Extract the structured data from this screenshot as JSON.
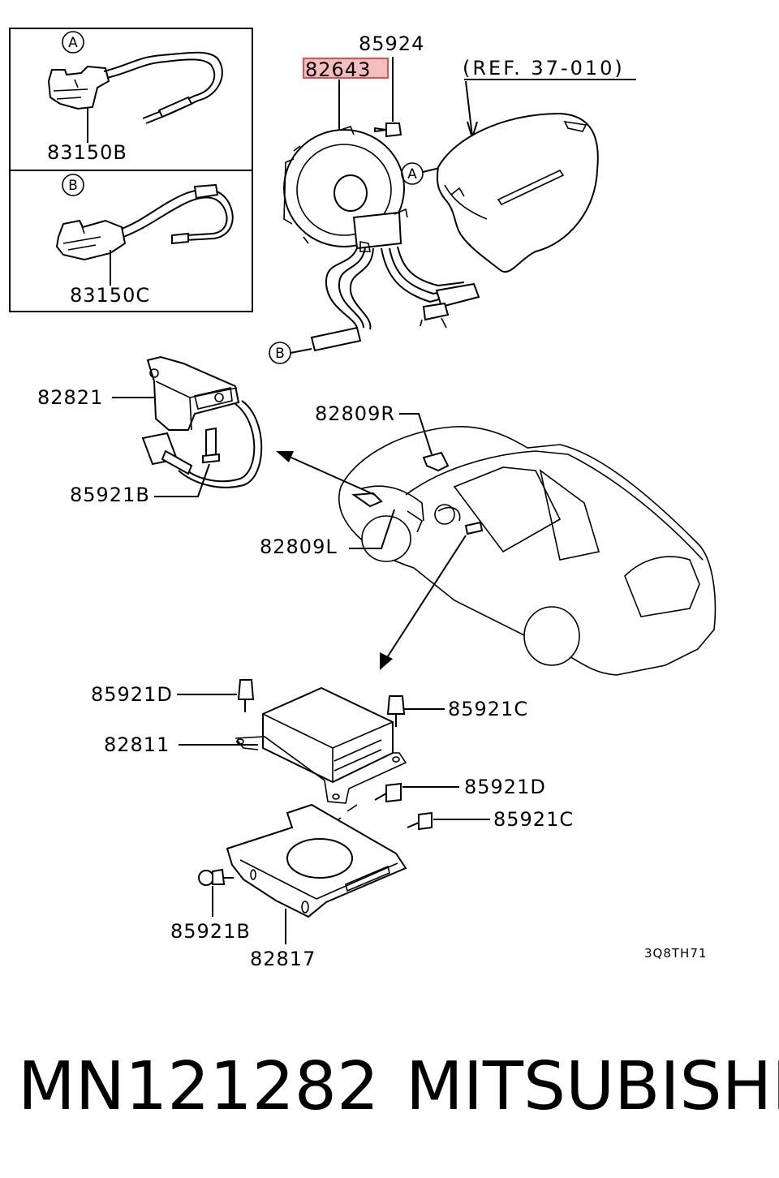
{
  "diagram": {
    "labels": {
      "p85924": "85924",
      "p82643": "82643",
      "ref": "(REF. 37-010)",
      "p83150b": "83150B",
      "p83150c": "83150C",
      "p82821": "82821",
      "p85921b_top": "85921B",
      "p82809r": "82809R",
      "p82809l": "82809L",
      "p85921d_a": "85921D",
      "p85921c_a": "85921C",
      "p82811": "82811",
      "p85921d_b": "85921D",
      "p85921c_b": "85921C",
      "p85921b_bot": "85921B",
      "p82817": "82817",
      "drawing_code": "3Q8TH71"
    },
    "callouts": {
      "a_inset": "A",
      "b_inset": "B",
      "a_main": "A",
      "b_main": "B"
    },
    "highlight_color": "#e03a3a"
  },
  "footer": {
    "part_number": "MN121282",
    "brand": "MITSUBISHI"
  }
}
